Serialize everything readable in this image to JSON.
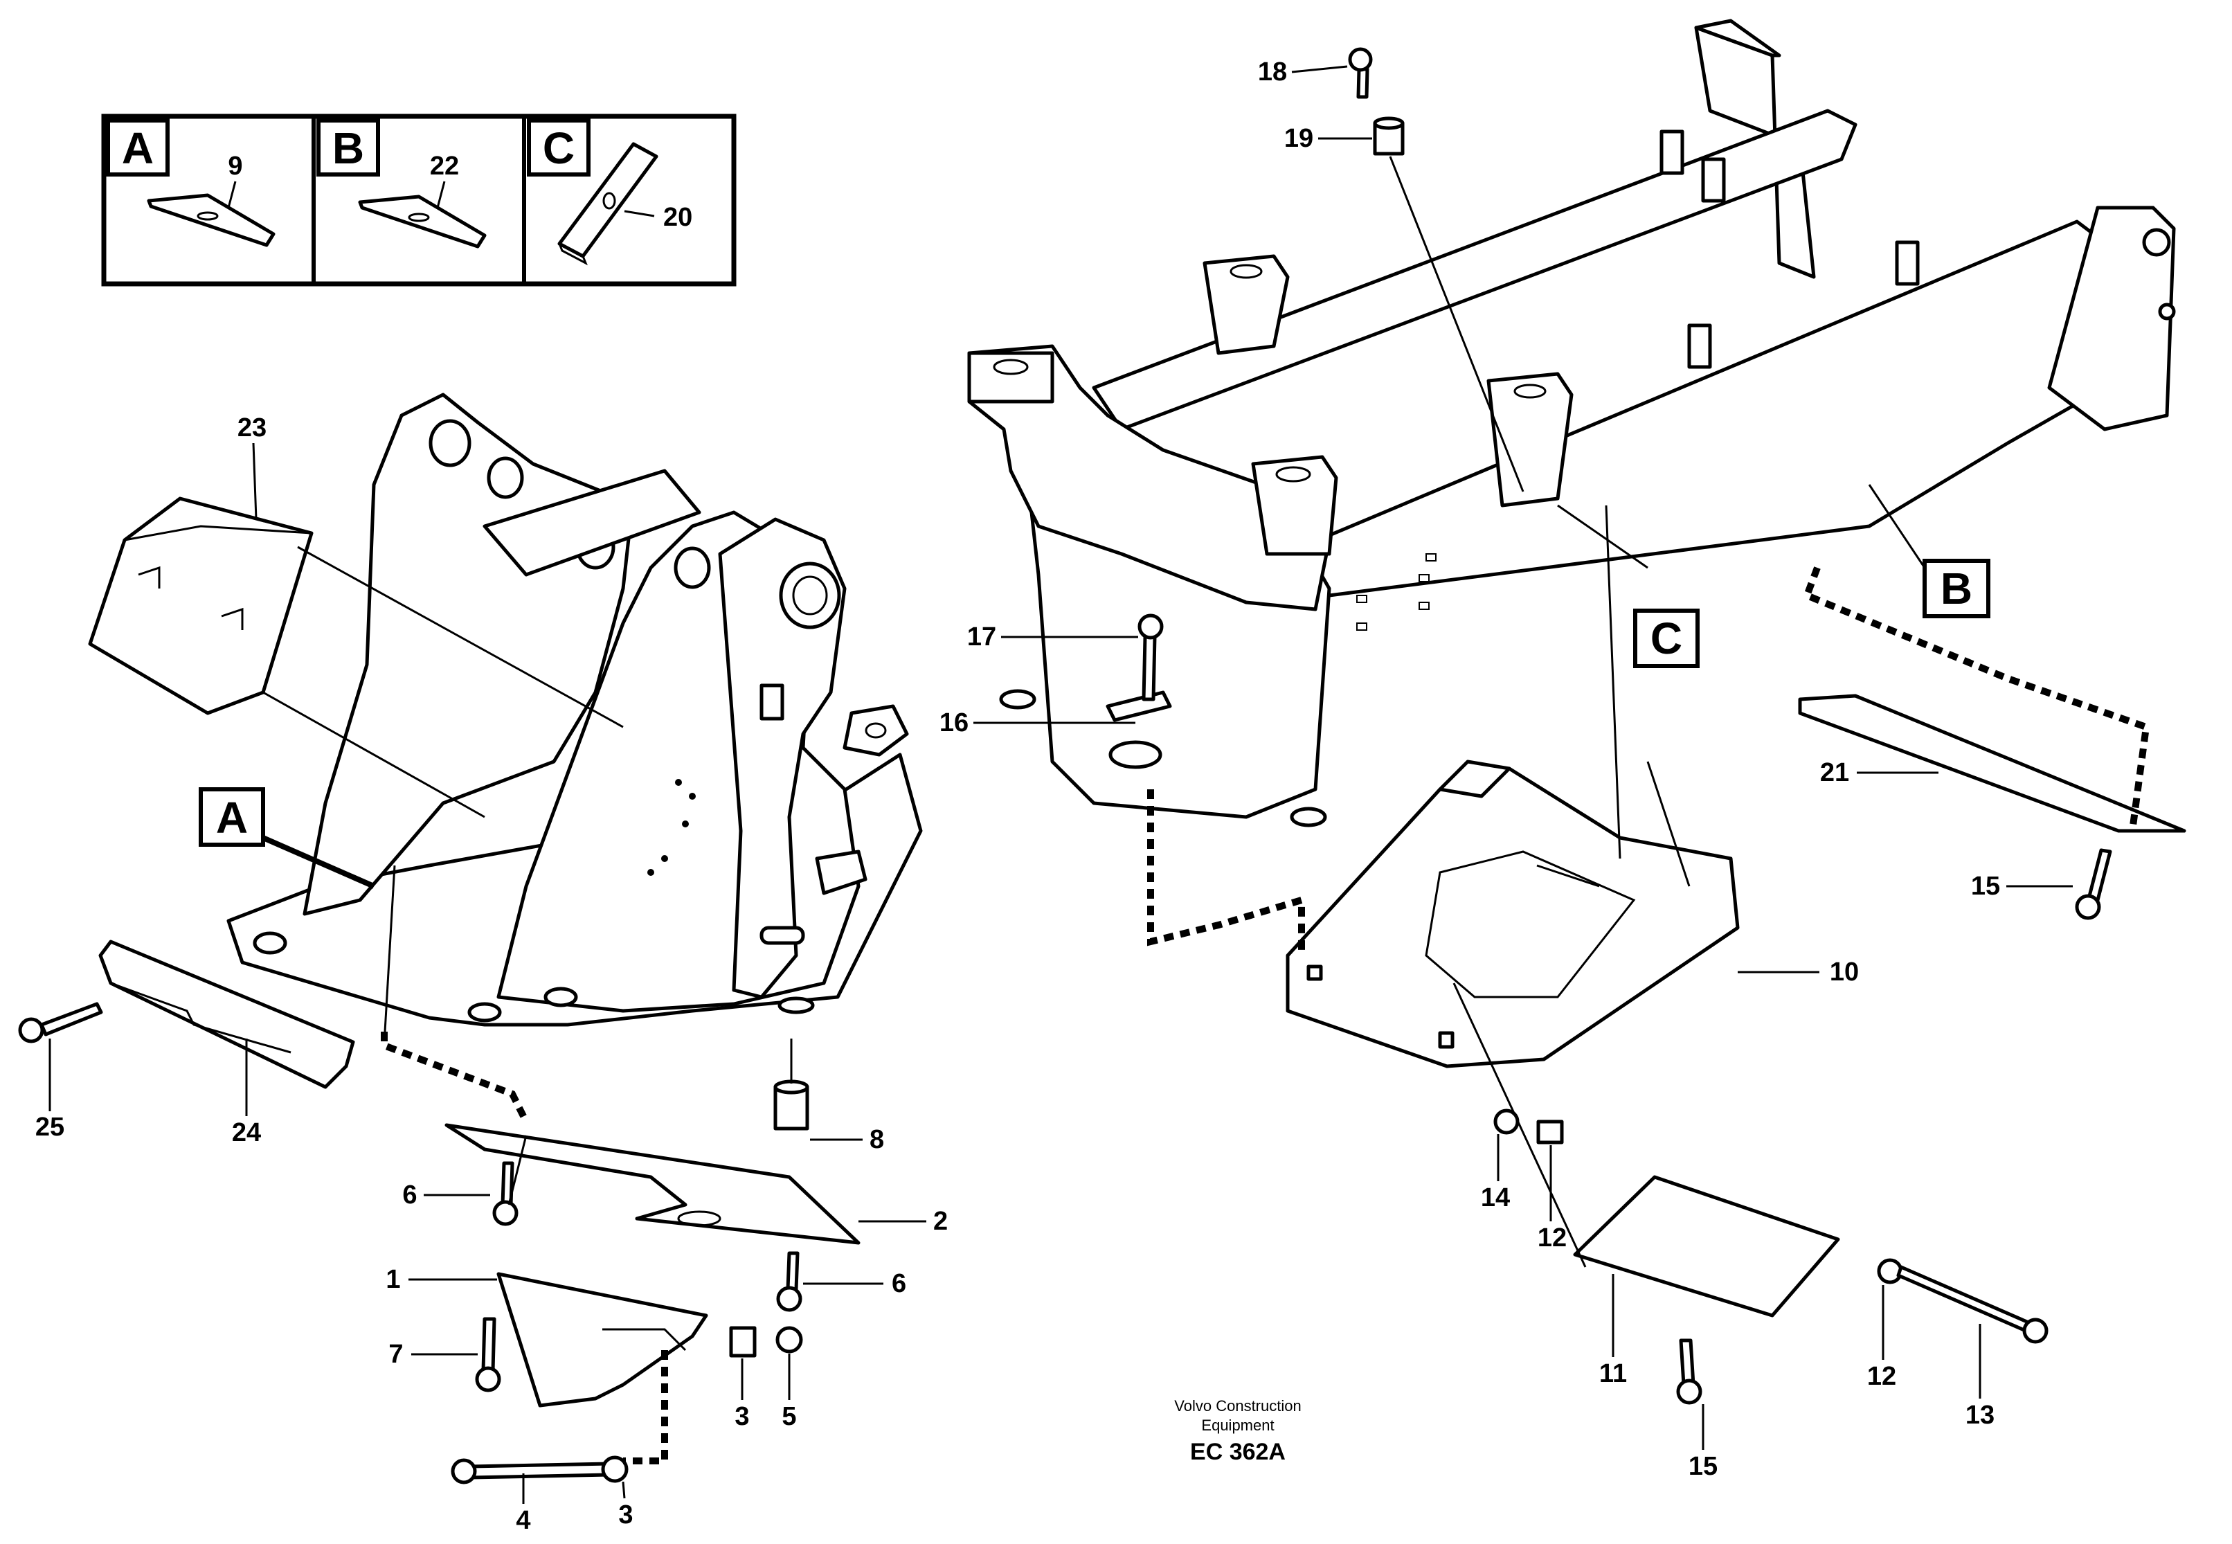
{
  "detail_boxes": [
    {
      "letter": "A",
      "part": "9"
    },
    {
      "letter": "B",
      "part": "22"
    },
    {
      "letter": "C",
      "part": "20"
    }
  ],
  "callouts": {
    "p1": "1",
    "p2": "2",
    "p3a": "3",
    "p3b": "3",
    "p4": "4",
    "p5": "5",
    "p6a": "6",
    "p6b": "6",
    "p7": "7",
    "p8": "8",
    "p10": "10",
    "p11": "11",
    "p12a": "12",
    "p12b": "12",
    "p13": "13",
    "p14": "14",
    "p15a": "15",
    "p15b": "15",
    "p16": "16",
    "p17": "17",
    "p18": "18",
    "p19": "19",
    "p21": "21",
    "p23": "23",
    "p24": "24",
    "p25": "25"
  },
  "ref_letters": {
    "a": "A",
    "b": "B",
    "c": "C"
  },
  "footer": {
    "line1": "Volvo Construction",
    "line2": "Equipment",
    "code": "EC 362A"
  }
}
